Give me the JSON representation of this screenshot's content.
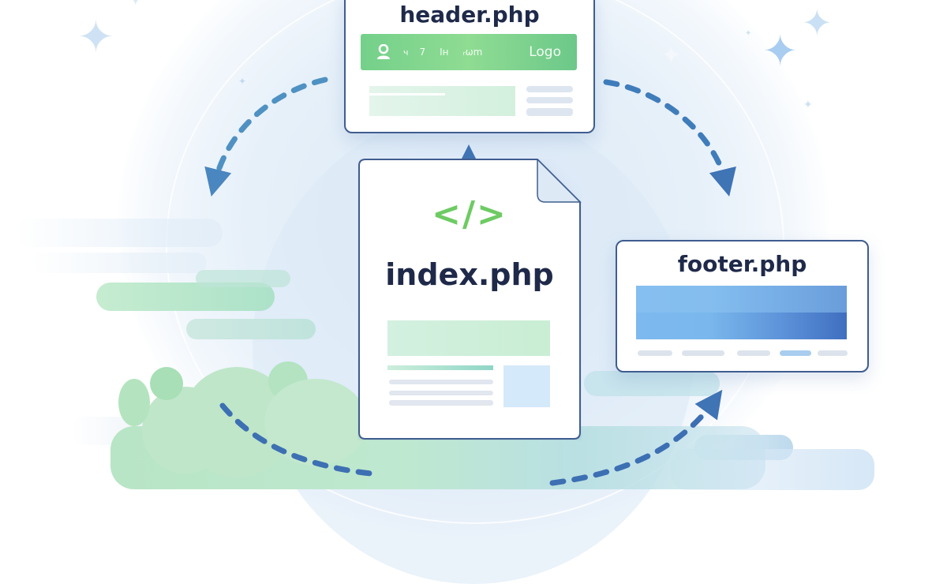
{
  "diagram": {
    "header_card": {
      "title": "header.php",
      "nav_bar": {
        "items": [
          "ч",
          "7",
          "Ιн",
          "ᵣωm"
        ],
        "logo": "Logo",
        "color": "#6fcf8a"
      }
    },
    "index_card": {
      "icon": "</>",
      "title": "index.php",
      "icon_color": "#6ecb63"
    },
    "footer_card": {
      "title": "footer.php",
      "banner_color": "#6aa7e6"
    },
    "colors": {
      "arrow": "#3f74b5",
      "text": "#1f2a4a",
      "card_border": "#3f5d8f"
    },
    "arrows": [
      {
        "from": "header.php",
        "to": "left",
        "direction": "down-left"
      },
      {
        "from": "header.php",
        "to": "right",
        "direction": "down-right"
      },
      {
        "from": "index.php",
        "to": "header.php",
        "direction": "up"
      },
      {
        "from": "bottom-left",
        "to": "footer.php",
        "direction": "up-right"
      }
    ]
  }
}
